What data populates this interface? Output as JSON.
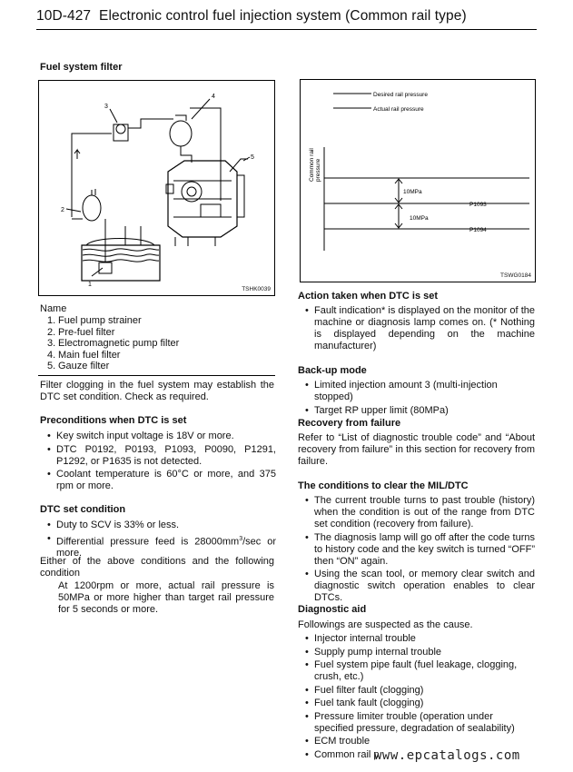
{
  "header": {
    "page_no": "10D-427",
    "title": "Electronic control fuel injection system (Common rail type)"
  },
  "left": {
    "filter_heading": "Fuel system filter",
    "figure1": {
      "id": "TSHK0039",
      "callouts": [
        "1",
        "2",
        "3",
        "4",
        "5"
      ]
    },
    "name_label": "Name",
    "names": [
      {
        "num": "1.",
        "text": "Fuel pump strainer"
      },
      {
        "num": "2.",
        "text": "Pre-fuel filter"
      },
      {
        "num": "3.",
        "text": "Electromagnetic pump filter"
      },
      {
        "num": "4.",
        "text": "Main fuel filter"
      },
      {
        "num": "5.",
        "text": "Gauze filter"
      }
    ],
    "clog_text": "Filter clogging in the fuel system may establish the DTC set condition. Check as required.",
    "preconditions_heading": "Preconditions when DTC is set",
    "preconditions": [
      "Key switch input voltage is 18V or more.",
      "DTC P0192, P0193, P1093, P0090, P1291, P1292, or P1635 is not detected.",
      "Coolant temperature is 60°C or more, and 375 rpm or more."
    ],
    "set_heading": "DTC set condition",
    "set_bullets": {
      "b1": "Duty to SCV is 33% or less.",
      "b2_pre": "Differential pressure feed is 28000mm",
      "b2_sup": "3",
      "b2_post": "/sec or more."
    },
    "either_text": "Either of the above conditions and the following condition",
    "at_text": "At 1200rpm or more, actual rail pressure is 50MPa or more higher than target rail pressure for 5 seconds or more."
  },
  "right": {
    "figure2": {
      "id": "TSWG0184",
      "legend_desired": "Desired rail pressure",
      "legend_actual": "Actual rail pressure",
      "ylabel_line1": "Common rail",
      "ylabel_line2": "pressure",
      "gap1": "10MPa",
      "gap2": "10MPa",
      "code1": "P1093",
      "code2": "P1094"
    },
    "action_heading": "Action taken when DTC is set",
    "action_pre": "Fault indication* is displayed on the monitor of the machine or diagnosis lamp comes on. (* Nothing is displayed depending on the machine manufacturer)",
    "backup_heading": "Back-up mode",
    "backup": [
      "Limited injection amount 3 (multi-injection stopped)",
      "Target RP upper limit (80MPa)"
    ],
    "recovery_heading": "Recovery from failure",
    "recovery_text": "Refer to “List of diagnostic trouble code” and “About recovery from failure” in this section for recovery from failure.",
    "clear_heading": "The conditions to clear the MIL/DTC",
    "clear": [
      "The current trouble turns to past trouble (history) when the condition is out of the range from DTC set condition (recovery from failure).",
      "The diagnosis lamp will go off after the code turns to history code and the key switch is turned “OFF” then “ON” again.",
      "Using the scan tool, or memory clear switch and diagnostic switch operation enables to clear DTCs."
    ],
    "aid_heading": "Diagnostic aid",
    "aid_intro": "Followings are suspected as the cause.",
    "aid": [
      "Injector internal trouble",
      "Supply pump internal trouble",
      "Fuel system pipe fault (fuel leakage, clogging, crush, etc.)",
      "Fuel filter fault (clogging)",
      "Fuel tank fault (clogging)",
      "Pressure limiter trouble (operation under specified pressure, degradation of sealability)",
      "ECM trouble"
    ],
    "last_pre": "Common rail p",
    "watermark": "www.epcatalogs.com"
  }
}
